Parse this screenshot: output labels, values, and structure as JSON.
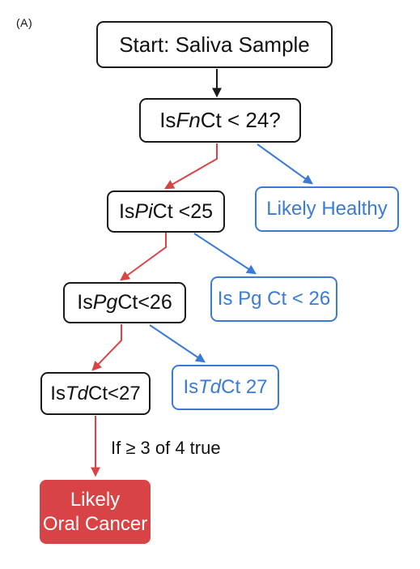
{
  "panel_label": "(A)",
  "nodes": {
    "start": {
      "text": "Start: Saliva Sample"
    },
    "fn": {
      "pre": "Is ",
      "italic": "Fn",
      "post": " Ct < 24?"
    },
    "pi": {
      "pre": "Is ",
      "italic": "Pi",
      "post": " Ct <25"
    },
    "pg": {
      "pre": "Is ",
      "italic": "Pg",
      "post": " Ct<26"
    },
    "td": {
      "pre": "Is ",
      "italic": "Td",
      "post": " Ct<27"
    },
    "healthy": {
      "text": "Likely Healthy"
    },
    "pg_blue": {
      "text": "Is Pg Ct < 26"
    },
    "td_blue": {
      "pre": "Is ",
      "italic": "Td",
      "post": " Ct 27"
    },
    "cancer": {
      "line1": "Likely",
      "line2": "Oral Cancer"
    }
  },
  "edge_label": "If ≥ 3 of 4 true",
  "colors": {
    "black": "#1a1a1a",
    "blue": "#3a7bd5",
    "red": "#d84446"
  }
}
